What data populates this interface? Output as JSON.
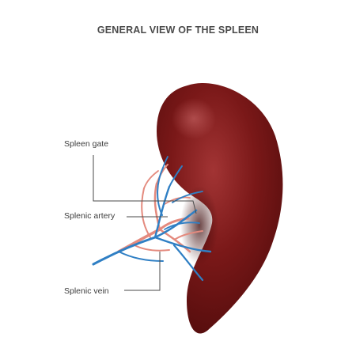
{
  "title": "GENERAL VIEW OF THE SPLEEN",
  "labels": {
    "spleen_gate": "Spleen gate",
    "splenic_artery": "Splenic artery",
    "splenic_vein": "Splenic vein"
  },
  "colors": {
    "spleen": "#6e1212",
    "spleen_highlight": "#a23434",
    "artery": "#e48a7e",
    "vein": "#2f7fc4",
    "leader_line": "#4a4a4a"
  }
}
